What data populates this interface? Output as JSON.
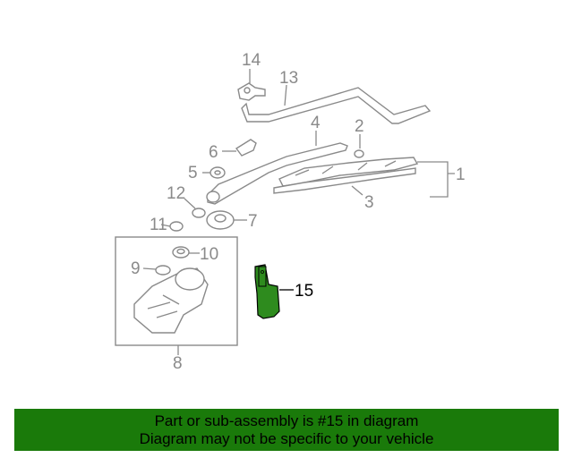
{
  "callouts": {
    "c1": "1",
    "c2": "2",
    "c3": "3",
    "c4": "4",
    "c5": "5",
    "c6": "6",
    "c7": "7",
    "c8": "8",
    "c9": "9",
    "c10": "10",
    "c11": "11",
    "c12": "12",
    "c13": "13",
    "c14": "14",
    "c15": "15"
  },
  "highlight_part": "15",
  "colors": {
    "highlight": "#2e8b1e",
    "banner": "#1a7a0a",
    "line_art": "#8a8a8a"
  },
  "banner": {
    "line1": "Part or sub-assembly is #15 in diagram",
    "line2": "Diagram may not be specific to your vehicle"
  }
}
